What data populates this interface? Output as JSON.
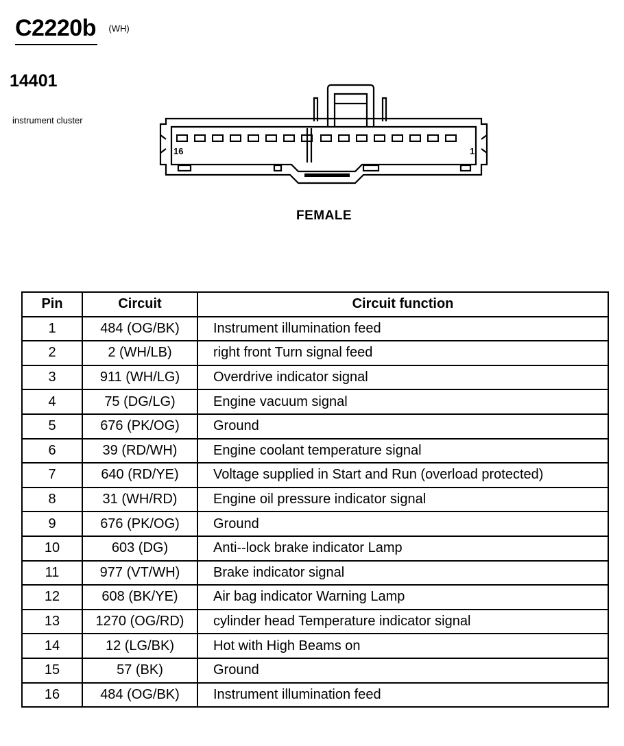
{
  "header": {
    "connector_id": "C2220b",
    "color_code": "(WH)",
    "part_number": "14401",
    "component": "instrument cluster"
  },
  "diagram": {
    "pin_left_label": "16",
    "pin_right_label": "1",
    "gender": "FEMALE",
    "pin_count": 16
  },
  "table": {
    "headers": {
      "pin": "Pin",
      "circuit": "Circuit",
      "function": "Circuit function"
    },
    "rows": [
      {
        "pin": "1",
        "circuit": "484 (OG/BK)",
        "function": "Instrument illumination feed"
      },
      {
        "pin": "2",
        "circuit": "2 (WH/LB)",
        "function": "right front Turn signal feed"
      },
      {
        "pin": "3",
        "circuit": "911 (WH/LG)",
        "function": "Overdrive indicator signal"
      },
      {
        "pin": "4",
        "circuit": "75 (DG/LG)",
        "function": "Engine vacuum signal"
      },
      {
        "pin": "5",
        "circuit": "676 (PK/OG)",
        "function": "Ground"
      },
      {
        "pin": "6",
        "circuit": "39 (RD/WH)",
        "function": "Engine coolant temperature signal"
      },
      {
        "pin": "7",
        "circuit": "640 (RD/YE)",
        "function": "Voltage supplied in Start and Run (overload protected)"
      },
      {
        "pin": "8",
        "circuit": "31 (WH/RD)",
        "function": "Engine oil pressure indicator signal"
      },
      {
        "pin": "9",
        "circuit": "676 (PK/OG)",
        "function": "Ground"
      },
      {
        "pin": "10",
        "circuit": "603 (DG)",
        "function": "Anti--lock brake indicator Lamp"
      },
      {
        "pin": "11",
        "circuit": "977 (VT/WH)",
        "function": "Brake indicator signal"
      },
      {
        "pin": "12",
        "circuit": "608 (BK/YE)",
        "function": "Air bag indicator Warning Lamp"
      },
      {
        "pin": "13",
        "circuit": "1270 (OG/RD)",
        "function": "cylinder head Temperature indicator signal"
      },
      {
        "pin": "14",
        "circuit": "12 (LG/BK)",
        "function": "Hot with High Beams on"
      },
      {
        "pin": "15",
        "circuit": "57 (BK)",
        "function": "Ground"
      },
      {
        "pin": "16",
        "circuit": "484 (OG/BK)",
        "function": "Instrument illumination feed"
      }
    ]
  }
}
